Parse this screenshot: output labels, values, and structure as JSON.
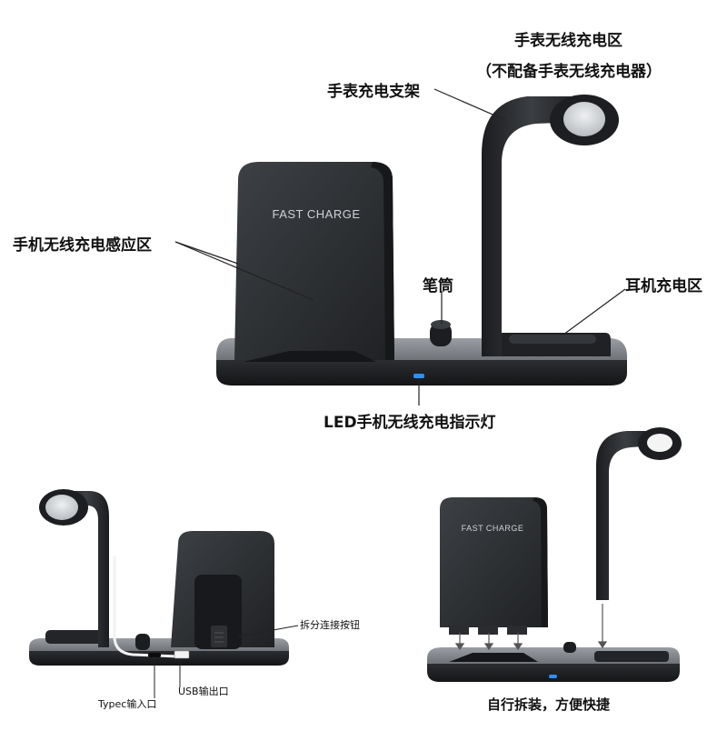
{
  "brand": {
    "fast_charge": "FAST CHARGE"
  },
  "labels": {
    "watch_zone_title": "手表无线充电区",
    "watch_zone_note": "（不配备手表无线充电器）",
    "watch_stand": "手表充电支架",
    "phone_zone": "手机无线充电感应区",
    "pen_holder": "笔筒",
    "earbuds_zone": "耳机充电区",
    "led_indicator": "LED手机无线充电指示灯",
    "detach_button": "拆分连接按钮",
    "typec_input": "Typec输入口",
    "usb_output": "USB输出口",
    "diy_assembly": "自行拆装，方便快捷"
  },
  "colors": {
    "body_dark": "#2a2c2f",
    "body_mid": "#3a3d41",
    "base_top": "#8a8e93",
    "base_edge": "#1e2023",
    "watch_puck": "#d9dbde",
    "led_blue": "#2f8fff",
    "leader": "#222222"
  }
}
